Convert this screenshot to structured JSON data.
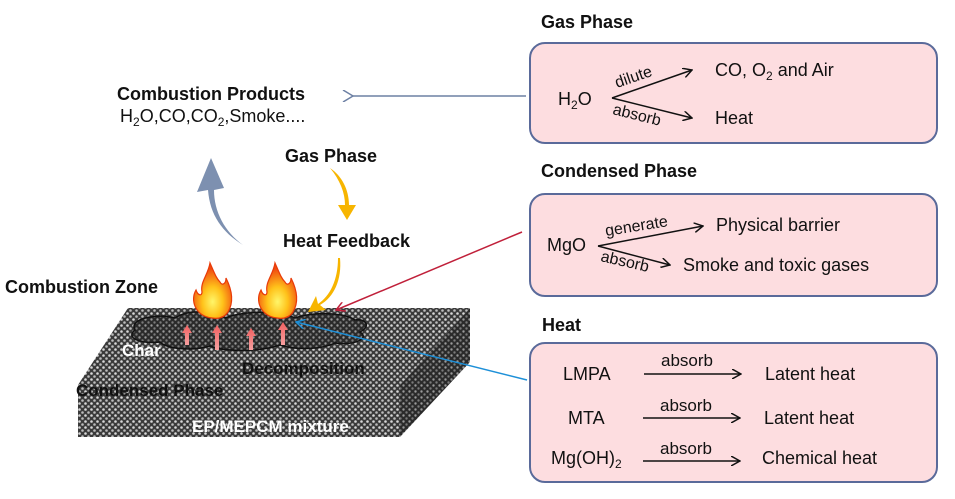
{
  "left": {
    "combustion_products_title": "Combustion Products",
    "combustion_products_formula": {
      "h2o_h": "H",
      "h2o_sub": "2",
      "h2o_o": "O,CO,CO",
      "co2_sub": "2",
      "rest": ",Smoke...."
    },
    "gas_phase": "Gas Phase",
    "heat_feedback": "Heat Feedback",
    "combustion_zone": "Combustion Zone",
    "char": "Char",
    "decomposition": "Decomposition",
    "condensed_phase": "Condensed Phase",
    "mixture": "EP/MEPCM mixture"
  },
  "panels": {
    "gas": {
      "title": "Gas Phase",
      "reactant_h": "H",
      "reactant_sub": "2",
      "reactant_o": "O",
      "upper_verb": "dilute",
      "upper_product_a": "CO, O",
      "upper_product_sub": "2",
      "upper_product_b": " and Air",
      "lower_verb": "absorb",
      "lower_product": "Heat"
    },
    "condensed": {
      "title": "Condensed Phase",
      "reactant": "MgO",
      "upper_verb": "generate",
      "upper_product": "Physical barrier",
      "lower_verb": "absorb",
      "lower_product": "Smoke and toxic gases"
    },
    "heat": {
      "title": "Heat",
      "rows": [
        {
          "reactant": "LMPA",
          "verb": "absorb",
          "product": "Latent heat"
        },
        {
          "reactant": "MTA",
          "verb": "absorb",
          "product": "Latent heat"
        },
        {
          "reactant_a": "Mg(OH)",
          "reactant_sub": "2",
          "verb": "absorb",
          "product": "Chemical heat"
        }
      ]
    }
  },
  "colors": {
    "panel_fill": "#fddde0",
    "panel_border": "#5a6a9a",
    "orange_arrow": "#f7b500",
    "blue_grey_arrow": "#7d90b0",
    "red_line": "#c0203a",
    "blue_line": "#1e90d8"
  }
}
